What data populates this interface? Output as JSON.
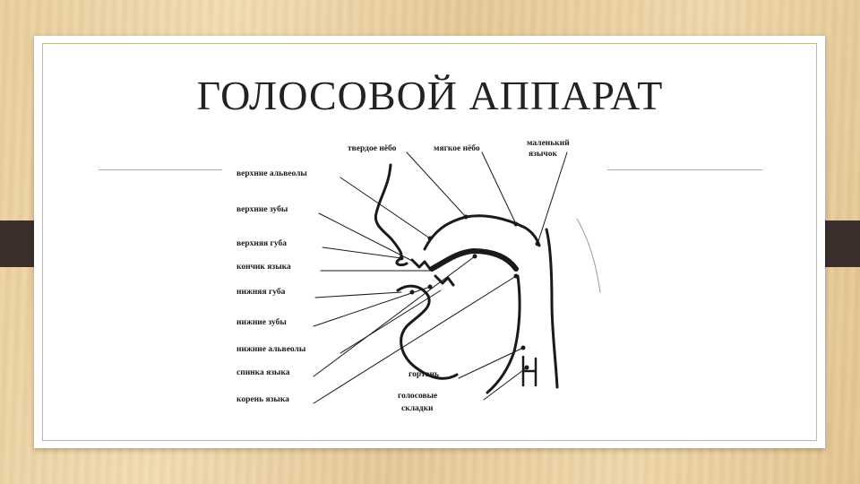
{
  "slide": {
    "title": "ГОЛОСОВОЙ АППАРАТ"
  },
  "diagram": {
    "labels": {
      "hard_palate": "твердое нёбо",
      "soft_palate": "мягкое нёбо",
      "uvula_line1": "маленький",
      "uvula_line2": "язычок",
      "upper_alveoli": "верхние альвеолы",
      "upper_teeth": "верхние зубы",
      "upper_lip": "верхняя губа",
      "tongue_tip": "кончик языка",
      "lower_lip": "нижняя губа",
      "lower_teeth": "нижние зубы",
      "lower_alveoli": "нижние альвеолы",
      "tongue_back": "спинка языка",
      "tongue_root": "корень языка",
      "larynx": "гортань",
      "vocal_folds_line1": "голосовые",
      "vocal_folds_line2": "складки"
    }
  },
  "colors": {
    "frame_border": "#b6c08a",
    "rule": "#a9b67a",
    "tab": "#3b2f2b",
    "ink": "#1a1a1a"
  }
}
